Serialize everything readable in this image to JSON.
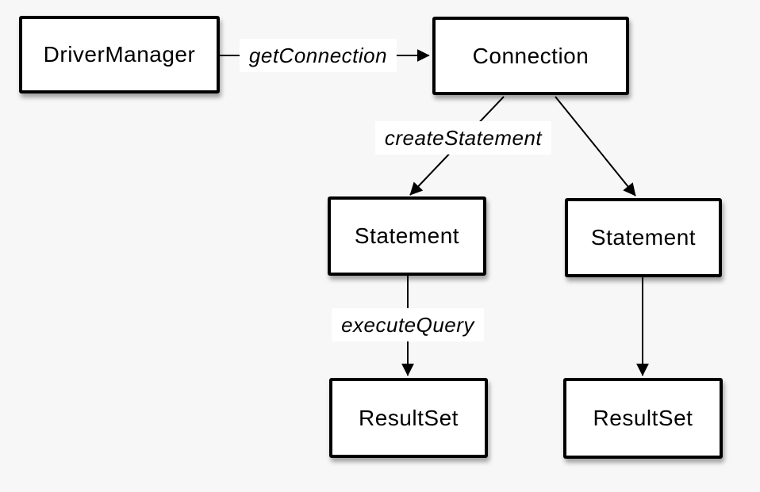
{
  "colors": {
    "background": "#f7f7f7",
    "node_fill": "#ffffff",
    "node_border": "#000000",
    "line": "#000000",
    "text": "#000000"
  },
  "nodes": [
    {
      "id": "driver-manager",
      "label": "DriverManager"
    },
    {
      "id": "connection",
      "label": "Connection"
    },
    {
      "id": "statement-left",
      "label": "Statement"
    },
    {
      "id": "statement-right",
      "label": "Statement"
    },
    {
      "id": "resultset-left",
      "label": "ResultSet"
    },
    {
      "id": "resultset-right",
      "label": "ResultSet"
    }
  ],
  "edges": [
    {
      "from": "DriverManager",
      "to": "Connection",
      "label": "getConnection"
    },
    {
      "from": "Connection",
      "to": "Statement (left)",
      "label": "createStatement"
    },
    {
      "from": "Connection",
      "to": "Statement (right)",
      "label": ""
    },
    {
      "from": "Statement (left)",
      "to": "ResultSet (left)",
      "label": "executeQuery"
    },
    {
      "from": "Statement (right)",
      "to": "ResultSet (right)",
      "label": ""
    }
  ]
}
